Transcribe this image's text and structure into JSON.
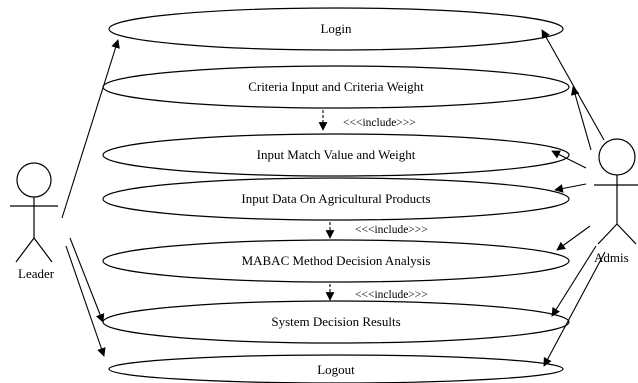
{
  "use_cases": [
    {
      "id": "login",
      "label": "Login"
    },
    {
      "id": "criteria",
      "label": "Criteria Input and Criteria Weight"
    },
    {
      "id": "match",
      "label": "Input Match Value and Weight"
    },
    {
      "id": "agri",
      "label": "Input Data On Agricultural Products"
    },
    {
      "id": "mabac",
      "label": "MABAC Method Decision Analysis"
    },
    {
      "id": "results",
      "label": "System Decision Results"
    },
    {
      "id": "logout",
      "label": "Logout"
    }
  ],
  "relationships": [
    {
      "from": "criteria",
      "to": "match",
      "label": "<<<include>>>"
    },
    {
      "from": "agri",
      "to": "mabac",
      "label": "<<<include>>>"
    },
    {
      "from": "mabac",
      "to": "results",
      "label": "<<<include>>>"
    }
  ],
  "actors": {
    "leader": {
      "label": "Leader"
    },
    "admin": {
      "label": "Admis"
    }
  }
}
